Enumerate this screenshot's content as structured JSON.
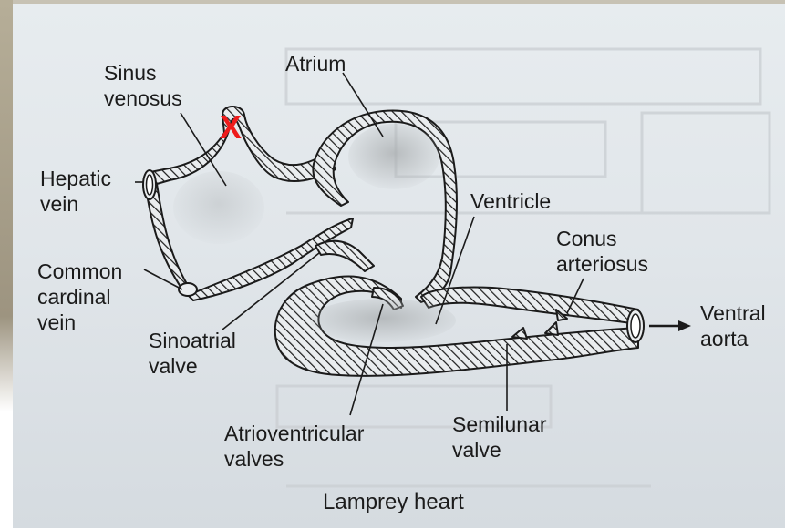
{
  "caption": "Lamprey heart",
  "marker": {
    "text": "X",
    "color": "#ee1b1b"
  },
  "labels": {
    "sinus_venosus": [
      "Sinus",
      "venosus"
    ],
    "atrium": [
      "Atrium"
    ],
    "hepatic_vein": [
      "Hepatic",
      "vein"
    ],
    "common_cardinal_vein": [
      "Common",
      "cardinal",
      "vein"
    ],
    "sinoatrial_valve": [
      "Sinoatrial",
      "valve"
    ],
    "ventricle": [
      "Ventricle"
    ],
    "conus_arteriosus": [
      "Conus",
      "arteriosus"
    ],
    "ventral_aorta": [
      "Ventral",
      "aorta"
    ],
    "atrioventricular_valves": [
      "Atrioventricular",
      "valves"
    ],
    "semilunar_valve": [
      "Semilunar",
      "valve"
    ]
  },
  "colors": {
    "ink": "#1b1b1b",
    "page": "#e1e6ea",
    "stipple": "#a9adaf"
  }
}
